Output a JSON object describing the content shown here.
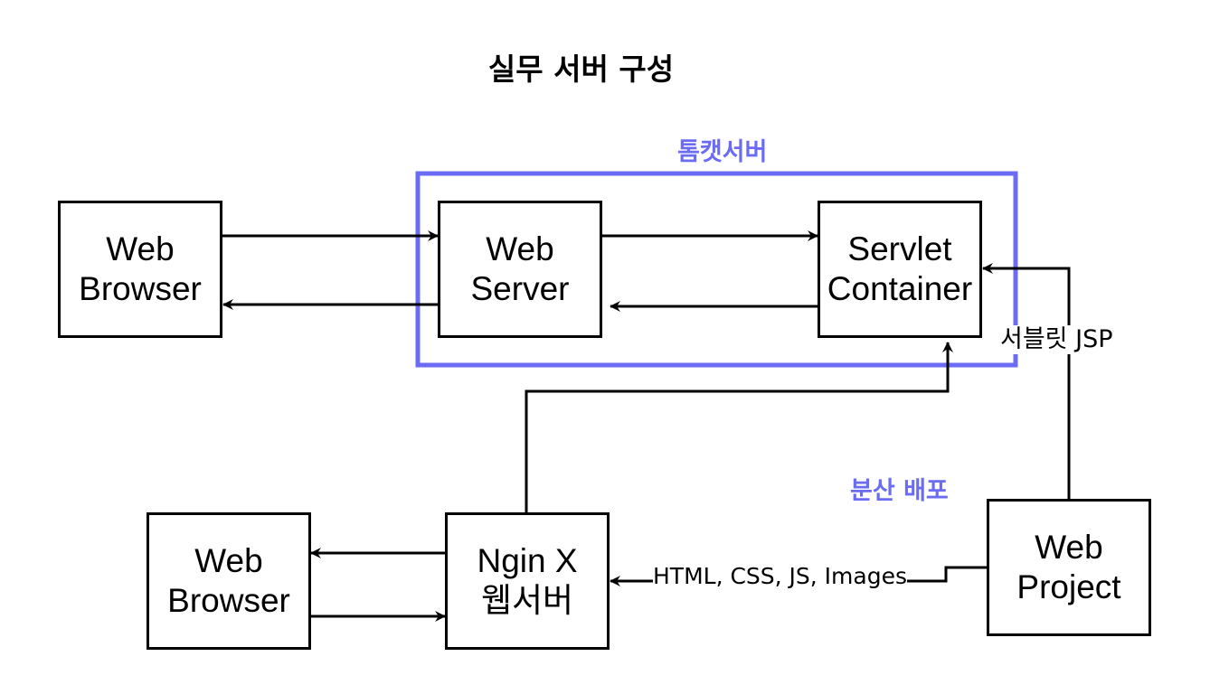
{
  "title": "실무 서버 구성",
  "colors": {
    "accent": "#6b6bf3",
    "line": "#000000",
    "background": "#ffffff"
  },
  "groups": {
    "tomcat": "톰캣서버",
    "distributed": "분산 배포"
  },
  "nodes": {
    "browser_top": [
      "Web",
      "Browser"
    ],
    "web_server": [
      "Web",
      "Server"
    ],
    "servlet_container": [
      "Servlet",
      "Container"
    ],
    "browser_bottom": [
      "Web",
      "Browser"
    ],
    "nginx": [
      "Ngin X",
      "웹서버"
    ],
    "web_project": [
      "Web",
      "Project"
    ]
  },
  "edges": {
    "to_servlet": "서블릿 JSP",
    "to_nginx": "HTML, CSS, JS, Images"
  }
}
